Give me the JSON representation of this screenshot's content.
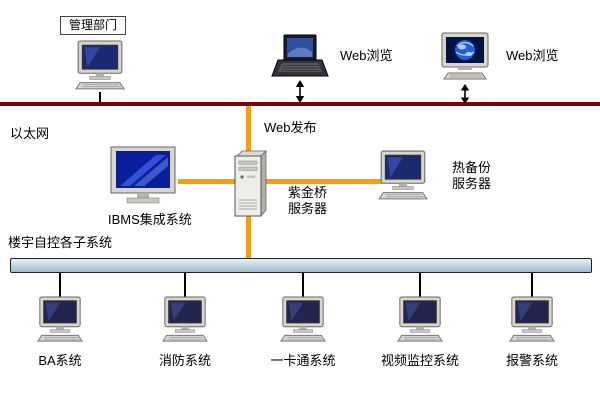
{
  "colors": {
    "top_bus": "#7a0000",
    "connector": "#ff9c00",
    "bus_bar_top": "#e6f2f9",
    "bus_bar_bottom": "#9fbccb"
  },
  "top": {
    "management_label": "管理部门",
    "web_browse_laptop_label": "Web浏览",
    "web_browse_pc_label": "Web浏览"
  },
  "middle": {
    "ethernet_label": "以太网",
    "web_publish_label": "Web发布",
    "ibms_label": "IBMS集成系统",
    "server_label_line1": "紫金桥",
    "server_label_line2": "服务器",
    "backup_label_line1": "热备份",
    "backup_label_line2": "服务器"
  },
  "bottom": {
    "subsystems_label": "楼宇自控各子系统",
    "nodes": [
      {
        "label": "BA系统"
      },
      {
        "label": "消防系统"
      },
      {
        "label": "一卡通系统"
      },
      {
        "label": "视频监控系统"
      },
      {
        "label": "报警系统"
      }
    ]
  }
}
